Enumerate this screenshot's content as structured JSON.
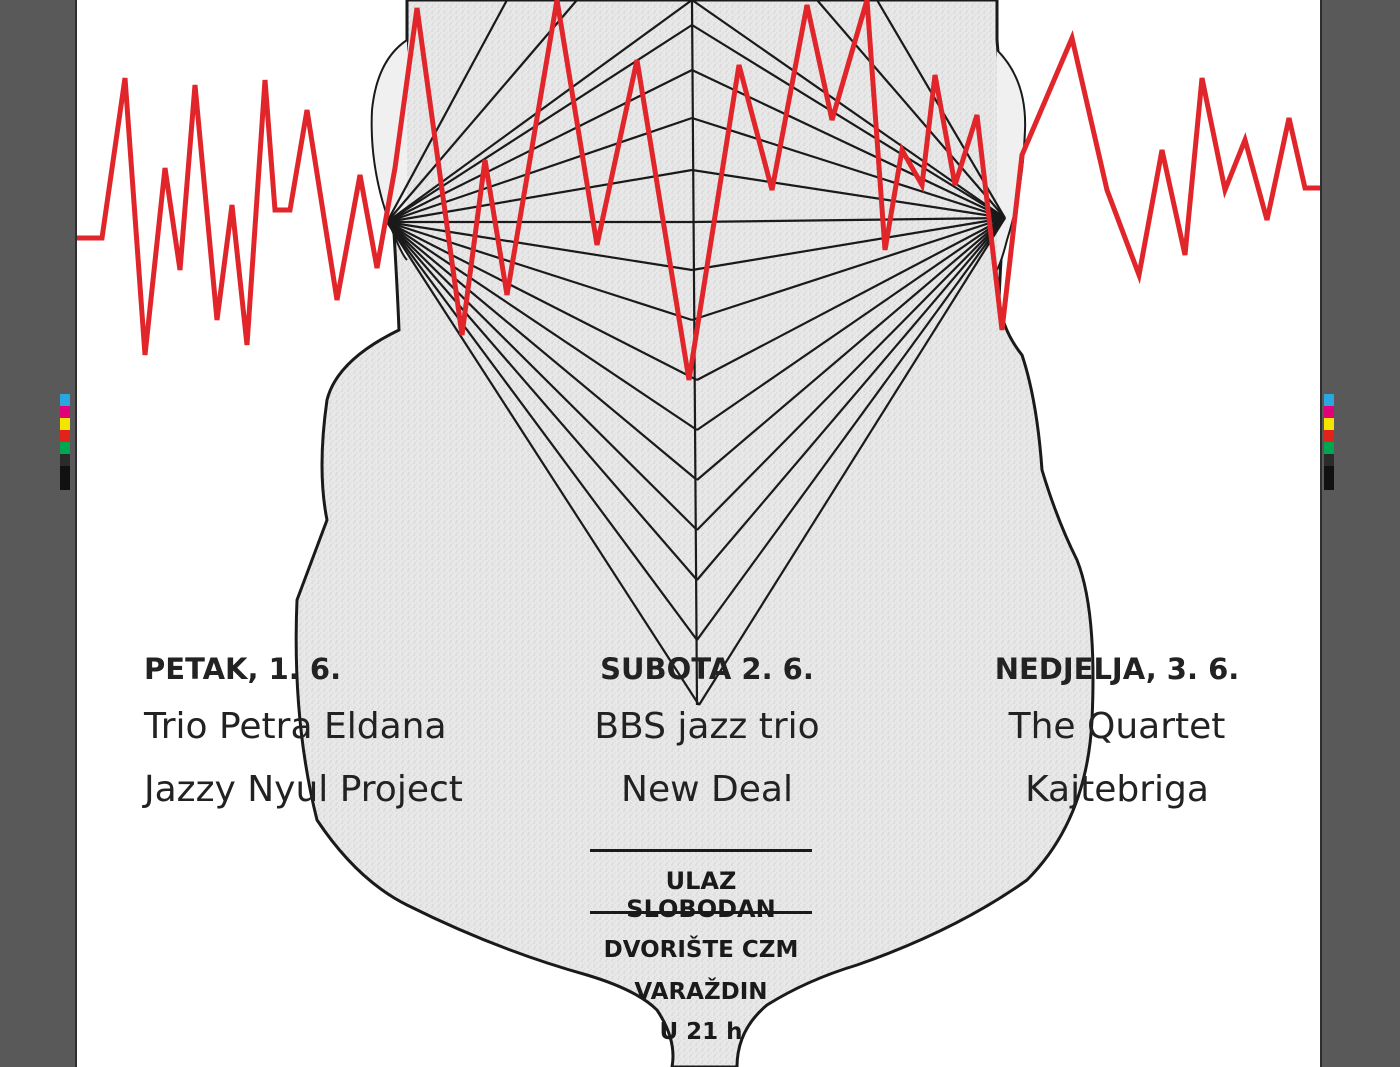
{
  "poster": {
    "days": [
      {
        "day": "PETAK, 1. 6.",
        "bands": [
          "Trio Petra Eldana",
          "Jazzy Nyul Project"
        ]
      },
      {
        "day": "SUBOTA 2. 6.",
        "bands": [
          "BBS jazz trio",
          "New Deal"
        ]
      },
      {
        "day": "NEDJELJA, 3. 6.",
        "bands": [
          "The Quartet",
          "Kajtebriga"
        ]
      }
    ],
    "entry": "ULAZ SLOBODAN",
    "venue_line1": "DVORIŠTE CZM",
    "venue_line2": "VARAŽDIN",
    "time": "U 21 h"
  },
  "colors": {
    "background": "#595959",
    "paper": "#ffffff",
    "accent_red": "#e0262b",
    "ink": "#1a1a1a",
    "registration_swatches": [
      "#2aa7df",
      "#e2007a",
      "#f4e500",
      "#e2231a",
      "#00a651",
      "#2b2b2b",
      "#111111"
    ]
  }
}
